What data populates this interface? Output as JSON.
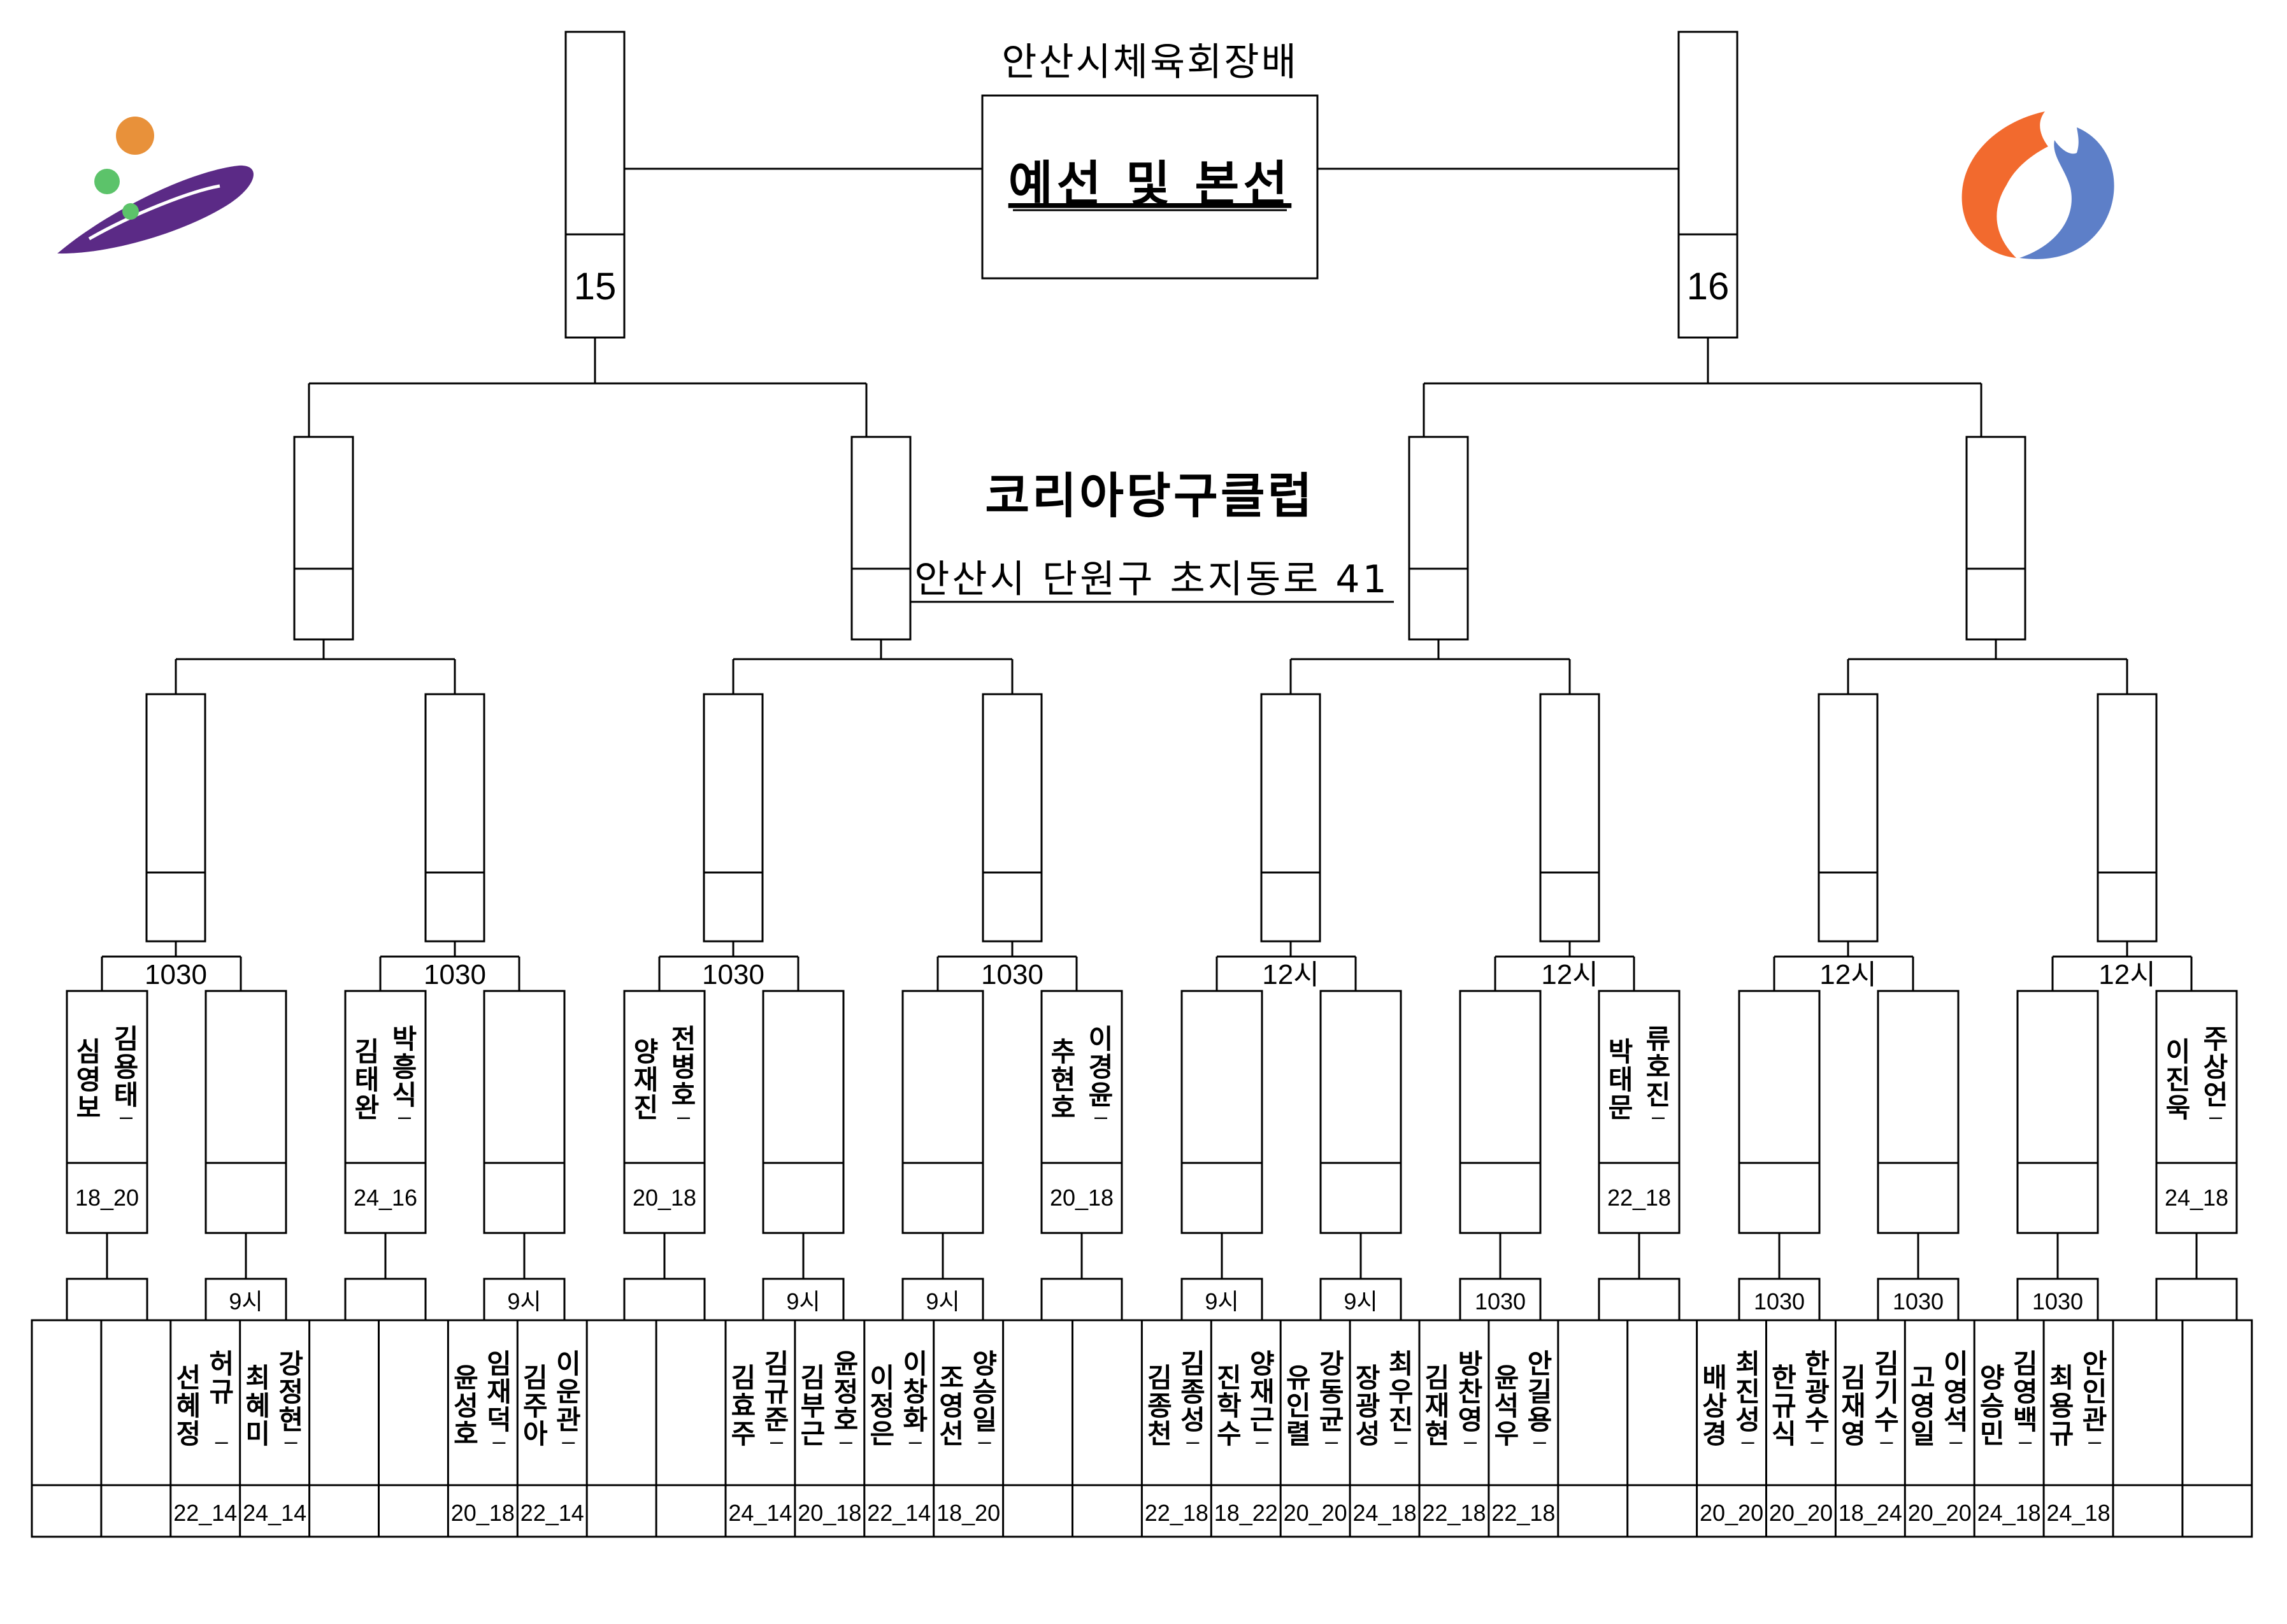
{
  "header": {
    "title": "안산시체육회장배",
    "subtitle": "예선 및 본선",
    "club": "코리아당구클럽",
    "address": "안산시 단원구 초지동로 41"
  },
  "finals": {
    "left_number": "15",
    "right_number": "16"
  },
  "colors": {
    "logo_left_purple": "#5b2a86",
    "logo_left_orange": "#e8913a",
    "logo_left_green": "#5cc36a",
    "logo_right_orange": "#f26a2e",
    "logo_right_blue": "#5d7fc8"
  },
  "groups": [
    {
      "time": "1030",
      "left": {
        "names": [
          "김용태",
          "심영보"
        ],
        "score": "18_20",
        "slot": ""
      },
      "right": {
        "names": [],
        "score": "",
        "slot": "9시"
      }
    },
    {
      "time": "1030",
      "left": {
        "names": [
          "박흥식",
          "김태완"
        ],
        "score": "24_16",
        "slot": ""
      },
      "right": {
        "names": [],
        "score": "",
        "slot": "9시"
      }
    },
    {
      "time": "1030",
      "left": {
        "names": [
          "전병호",
          "양재진"
        ],
        "score": "20_18",
        "slot": ""
      },
      "right": {
        "names": [],
        "score": "",
        "slot": "9시"
      }
    },
    {
      "time": "1030",
      "left": {
        "names": [],
        "score": "",
        "slot": "9시"
      },
      "right": {
        "names": [
          "이경윤",
          "추현호"
        ],
        "score": "20_18",
        "slot": ""
      }
    },
    {
      "time": "12시",
      "left": {
        "names": [],
        "score": "",
        "slot": "9시"
      },
      "right": {
        "names": [],
        "score": "",
        "slot": "9시"
      }
    },
    {
      "time": "12시",
      "left": {
        "names": [],
        "score": "",
        "slot": "1030"
      },
      "right": {
        "names": [
          "류호진",
          "박태문"
        ],
        "score": "22_18",
        "slot": ""
      }
    },
    {
      "time": "12시",
      "left": {
        "names": [],
        "score": "",
        "slot": "1030"
      },
      "right": {
        "names": [],
        "score": "",
        "slot": "1030"
      }
    },
    {
      "time": "12시",
      "left": {
        "names": [],
        "score": "",
        "slot": "1030"
      },
      "right": {
        "names": [
          "주상언",
          "이진욱"
        ],
        "score": "24_18",
        "slot": ""
      }
    }
  ],
  "bottom_cells": [
    {
      "names": [],
      "score": ""
    },
    {
      "names": [],
      "score": ""
    },
    {
      "names": [
        "허규",
        "선혜정"
      ],
      "score": "22_14"
    },
    {
      "names": [
        "강정현",
        "최혜미"
      ],
      "score": "24_14"
    },
    {
      "names": [],
      "score": ""
    },
    {
      "names": [],
      "score": ""
    },
    {
      "names": [
        "임재덕",
        "윤성호"
      ],
      "score": "20_18"
    },
    {
      "names": [
        "이운관",
        "김주아"
      ],
      "score": "22_14"
    },
    {
      "names": [],
      "score": ""
    },
    {
      "names": [],
      "score": ""
    },
    {
      "names": [
        "김규준",
        "김효주"
      ],
      "score": "24_14"
    },
    {
      "names": [
        "윤정호",
        "김부근"
      ],
      "score": "20_18"
    },
    {
      "names": [
        "이창화",
        "이정은"
      ],
      "score": "22_14"
    },
    {
      "names": [
        "양승일",
        "조영선"
      ],
      "score": "18_20"
    },
    {
      "names": [],
      "score": ""
    },
    {
      "names": [],
      "score": ""
    },
    {
      "names": [
        "김종성",
        "김종천"
      ],
      "score": "22_18"
    },
    {
      "names": [
        "양재근",
        "진학수"
      ],
      "score": "18_22"
    },
    {
      "names": [
        "강동균",
        "유인렬"
      ],
      "score": "20_20"
    },
    {
      "names": [
        "최우진",
        "장광성"
      ],
      "score": "24_18"
    },
    {
      "names": [
        "방찬영",
        "김재현"
      ],
      "score": "22_18"
    },
    {
      "names": [
        "안길용",
        "윤석우"
      ],
      "score": "22_18"
    },
    {
      "names": [],
      "score": ""
    },
    {
      "names": [],
      "score": ""
    },
    {
      "names": [
        "최진성",
        "배상경"
      ],
      "score": "20_20"
    },
    {
      "names": [
        "한광수",
        "한규식"
      ],
      "score": "20_20"
    },
    {
      "names": [
        "김기수",
        "김재영"
      ],
      "score": "18_24"
    },
    {
      "names": [
        "이영석",
        "고영일"
      ],
      "score": "20_20"
    },
    {
      "names": [
        "김영백",
        "양승민"
      ],
      "score": "24_18"
    },
    {
      "names": [
        "안인관",
        "최용규"
      ],
      "score": "24_18"
    },
    {
      "names": [],
      "score": ""
    },
    {
      "names": [],
      "score": ""
    }
  ],
  "labels": {
    "dash": "–"
  }
}
